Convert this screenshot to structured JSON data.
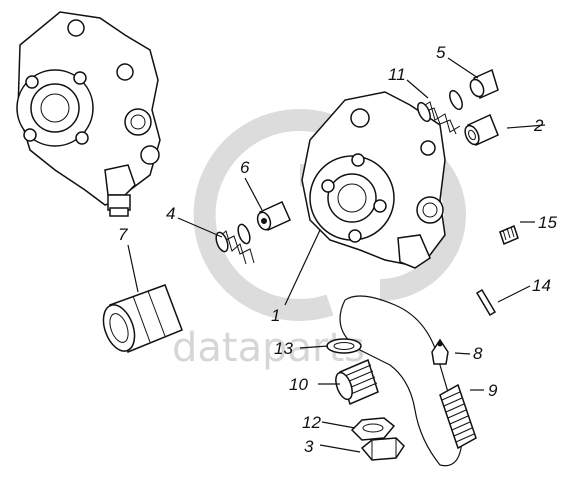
{
  "watermark": {
    "text": "dataparts",
    "color": "#d6d6d6"
  },
  "callouts": {
    "c1": "1",
    "c2": "2",
    "c3": "3",
    "c4": "4",
    "c5": "5",
    "c6": "6",
    "c7": "7",
    "c8": "8",
    "c9": "9",
    "c10": "10",
    "c11": "11",
    "c12": "12",
    "c13": "13",
    "c14": "14",
    "c15": "15"
  }
}
